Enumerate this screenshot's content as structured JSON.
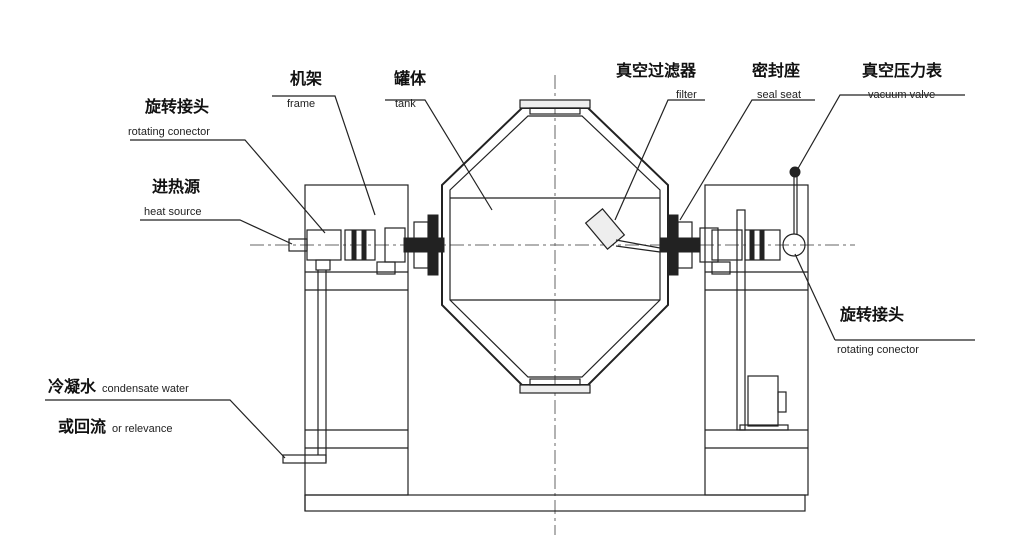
{
  "labels": {
    "rotating_left": {
      "cn": "旋转接头",
      "en": "rotating conector"
    },
    "frame": {
      "cn": "机架",
      "en": "frame"
    },
    "tank": {
      "cn": "罐体",
      "en": "tank"
    },
    "filter": {
      "cn": "真空过滤器",
      "en": "filter"
    },
    "seal_seat": {
      "cn": "密封座",
      "en": "seal seat"
    },
    "vacuum": {
      "cn": "真空压力表",
      "en": "vacuum valve"
    },
    "heat_source": {
      "cn": "进热源",
      "en": "heat source"
    },
    "rotating_right": {
      "cn": "旋转接头",
      "en": "rotating conector"
    },
    "condensate": {
      "cn": "冷凝水",
      "en": "condensate water"
    },
    "relevance": {
      "cn": "或回流",
      "en": "or relevance"
    }
  }
}
